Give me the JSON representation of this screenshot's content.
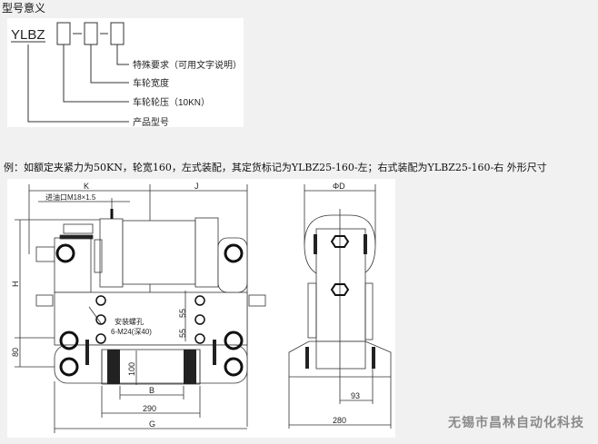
{
  "title": "型号意义",
  "model_legend": {
    "model_prefix": "YLBZ",
    "separator": "-",
    "items": [
      "特殊要求（可用文字说明）",
      "车轮宽度",
      "车轮轮压（10KN）",
      "产品型号"
    ]
  },
  "example_text": "例：如额定夹紧力为50KN，轮宽160，左式装配，其定货标记为YLBZ25-160-左；右式装配为YLBZ25-160-右 外形尺寸",
  "drawing": {
    "front_view": {
      "dim_K": "K",
      "dim_J": "J",
      "oil_inlet": "进油口M18×1.5",
      "dim_H": "H",
      "dim_80": "80",
      "dim_55a": "55",
      "dim_55b": "55",
      "mount_holes_label": "安装螺孔",
      "mount_holes_spec": "6-M24(深40)",
      "dim_100": "100",
      "dim_B": "B",
      "dim_290": "290",
      "dim_G": "G"
    },
    "side_view": {
      "dim_D": "ΦD",
      "dim_93": "93",
      "dim_280": "280"
    }
  },
  "company": "无锡市昌林自动化科技"
}
